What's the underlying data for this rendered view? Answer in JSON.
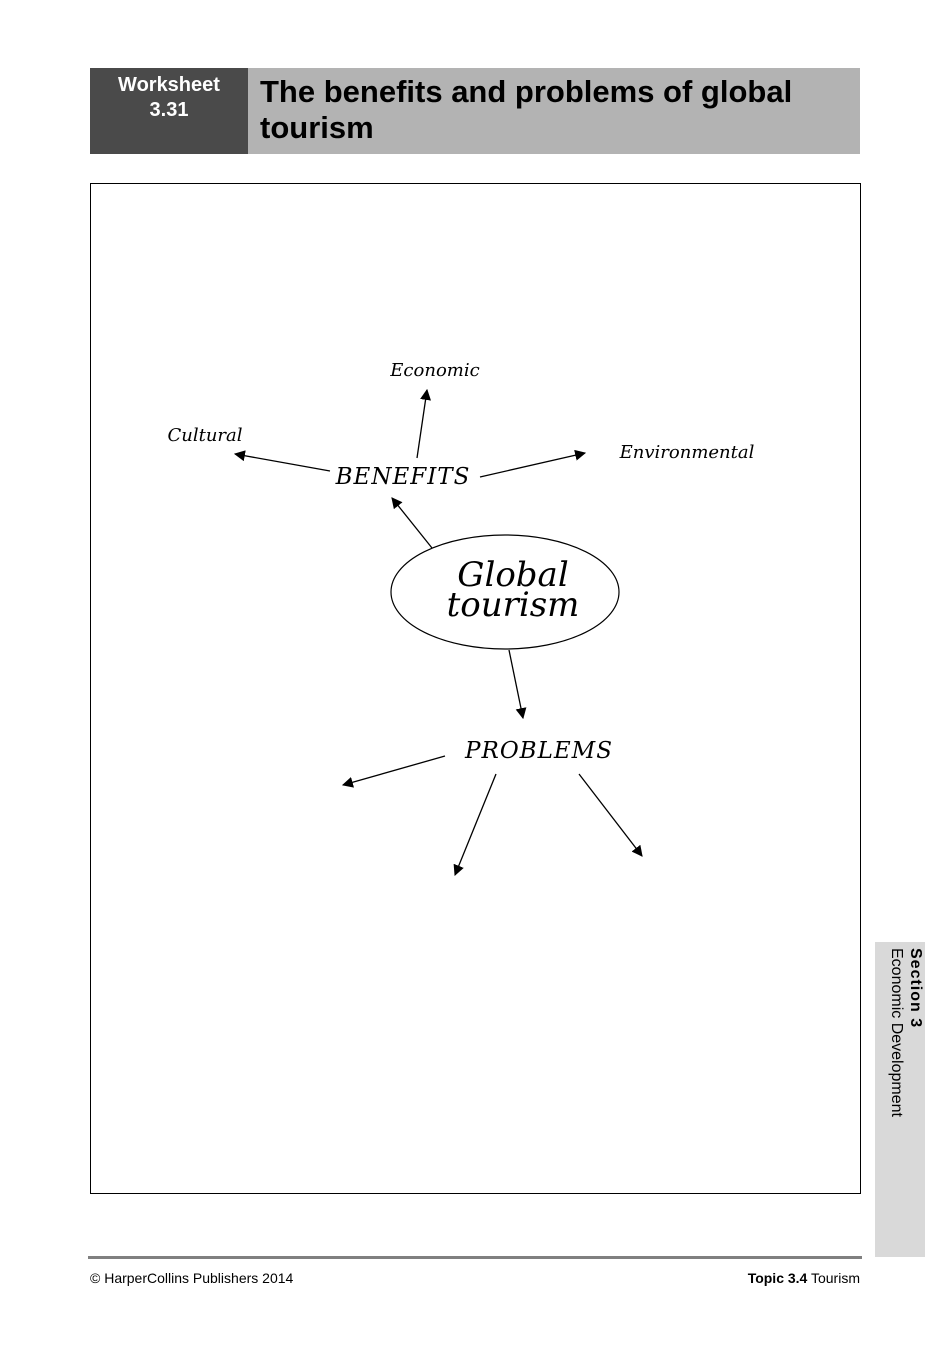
{
  "header": {
    "worksheet_label": "Worksheet",
    "worksheet_number": "3.31",
    "title": "The benefits and problems of global tourism",
    "colors": {
      "worksheet_bg": "#4a4a4a",
      "title_bg": "#b3b3b3"
    }
  },
  "diagram": {
    "center": "Global tourism",
    "center_line1": "Global",
    "center_line2": "tourism",
    "benefits": {
      "label": "BENEFITS",
      "branches": [
        "Economic",
        "Cultural",
        "Environmental"
      ]
    },
    "problems": {
      "label": "PROBLEMS",
      "branches": [
        "",
        "",
        ""
      ]
    }
  },
  "section_tab": {
    "title": "Section 3",
    "subtitle": "Economic Development",
    "bg": "#d9d9d9"
  },
  "footer": {
    "copyright": "© HarperCollins Publishers 2014",
    "topic_label": "Topic 3.4",
    "topic_name": "Tourism"
  }
}
